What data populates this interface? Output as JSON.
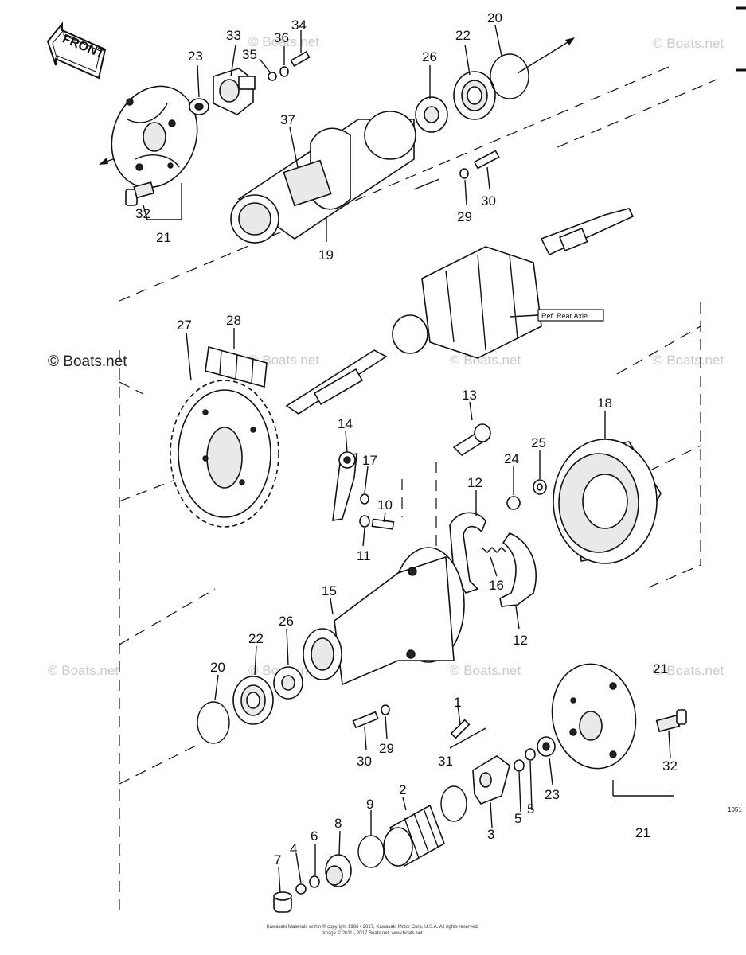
{
  "front_label": "FRONT",
  "ref_label": "Ref. Rear Axle",
  "watermark": "© Boats.net",
  "diagram_code": "1051",
  "copyright_line1": "Kawasaki Materials within © copyright 1966 - 2017, Kawasaki Motor Corp, U.S.A.  All rights reserved.",
  "copyright_line2": "Image © 2011 - 2017 Boats.net, www.boats.net",
  "callouts": [
    "33",
    "36",
    "34",
    "23",
    "35",
    "26",
    "22",
    "20",
    "37",
    "32",
    "21",
    "30",
    "29",
    "19",
    "27",
    "28",
    "13",
    "18",
    "14",
    "17",
    "12",
    "24",
    "25",
    "10",
    "11",
    "16",
    "12",
    "15",
    "26",
    "22",
    "20",
    "30",
    "29",
    "1",
    "31",
    "21",
    "32",
    "2",
    "23",
    "9",
    "5",
    "5",
    "3",
    "8",
    "6",
    "4",
    "7",
    "21"
  ]
}
